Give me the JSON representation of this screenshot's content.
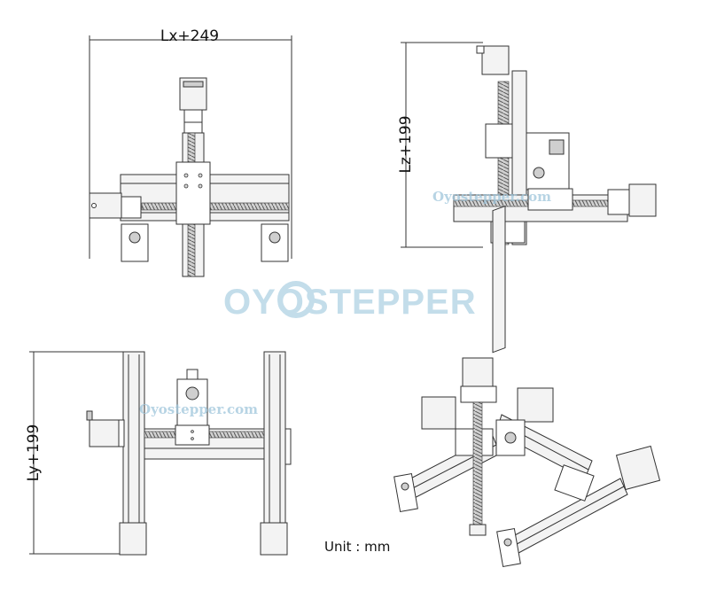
{
  "dimensions": {
    "top_width": "Lx+249",
    "side_height": "Lz+199",
    "front_height": "Ly+199"
  },
  "unit_label": "Unit : mm",
  "watermarks": {
    "brand_logo_text": "OYOSTEPPER",
    "site_text_side": "Oyostepper.com",
    "site_text_front": "Oyostepper.com"
  },
  "colors": {
    "line": "#333333",
    "metal_light": "#f3f3f3",
    "metal_dark": "#cfcfcf",
    "watermark": "#c3ddea"
  }
}
